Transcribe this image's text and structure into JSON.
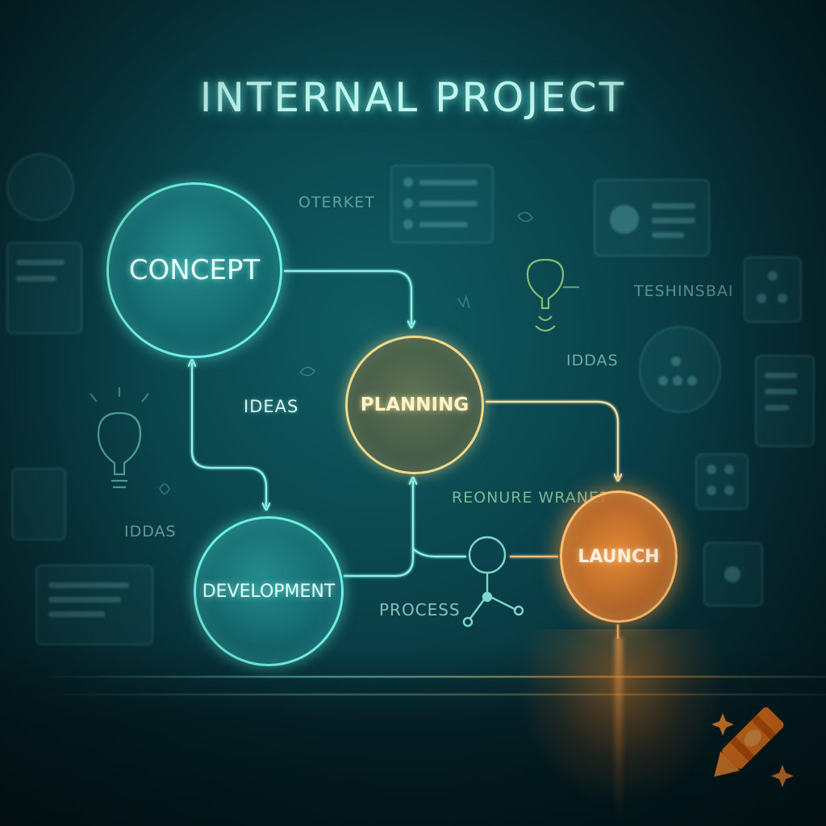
{
  "title": "INTERNAL PROJECT",
  "nodes": {
    "concept": "CONCEPT",
    "planning": "PLANNING",
    "development": "DEVELOPMENT",
    "launch": "LAUNCH"
  },
  "labels": {
    "oterket": "OTERKET",
    "ideas": "IDEAS",
    "iddas_left": "IDDAS",
    "iddas_right": "IDDAS",
    "teshinsbai": "TESHINSBAI",
    "reonure": "REONURE WRANE?",
    "process": "PROCESS"
  },
  "colors": {
    "background": "#0a434b",
    "teal_accent": "#6ef0e0",
    "planning_accent": "#f1d98a",
    "launch_accent": "#ff9a3c"
  },
  "icons": [
    "lightbulb-icon",
    "process-node-icon",
    "crayon-logo-icon"
  ]
}
